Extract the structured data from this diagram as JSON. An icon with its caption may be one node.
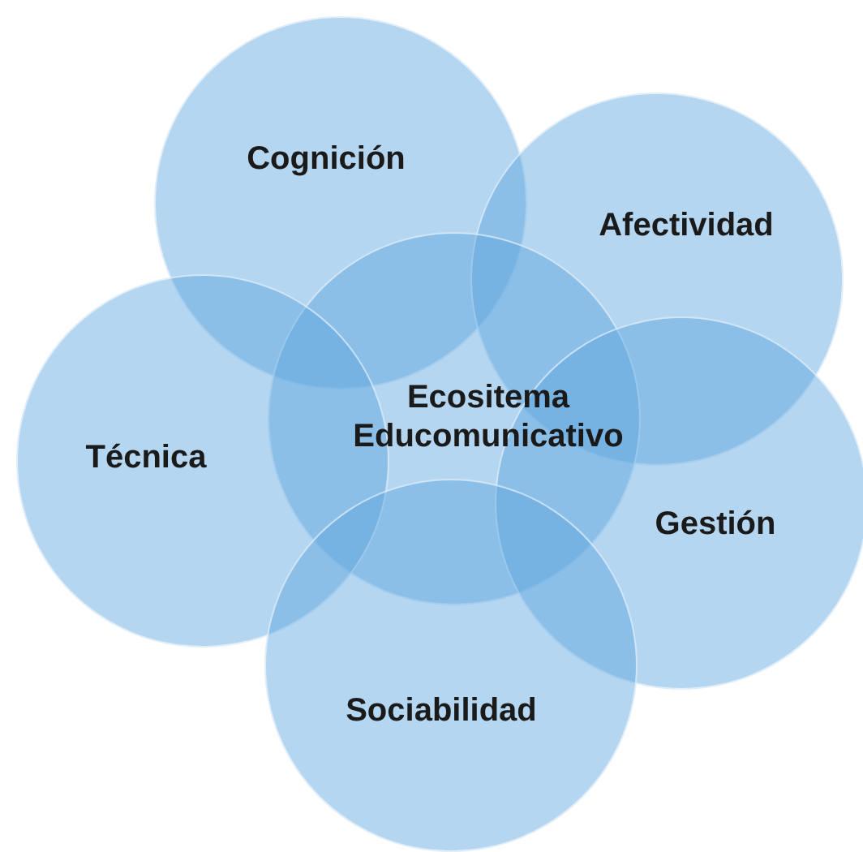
{
  "diagram": {
    "nodes": [
      {
        "text": [
          "Cognición"
        ]
      },
      {
        "text": [
          "Afectividad"
        ]
      },
      {
        "text": [
          "Ecositema Educomunicativo"
        ]
      },
      {
        "text": [
          "Técnica"
        ]
      },
      {
        "text": [
          "Gestión"
        ]
      },
      {
        "text": [
          "Sociabilidad"
        ]
      }
    ]
  }
}
